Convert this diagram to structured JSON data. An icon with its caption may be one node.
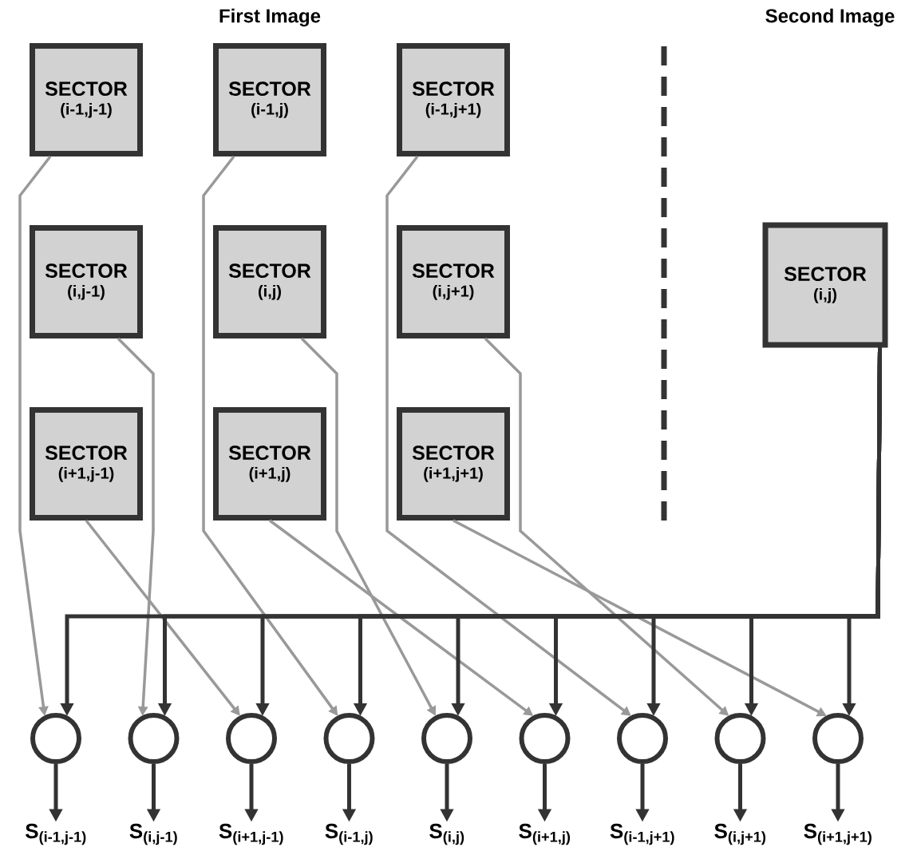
{
  "diagram": {
    "nodes": [
      {
        "text": [
          "SECTOR",
          "(i-1,j-1)"
        ]
      },
      {
        "text": [
          "SECTOR",
          "(i-1,j)"
        ]
      },
      {
        "text": [
          "SECTOR",
          "(i-1,j+1)"
        ]
      },
      {
        "text": [
          "SECTOR",
          "(i,j-1)"
        ]
      },
      {
        "text": [
          "SECTOR",
          "(i,j)"
        ]
      },
      {
        "text": [
          "SECTOR",
          "(i,j+1)"
        ]
      },
      {
        "text": [
          "SECTOR",
          "(i+1,j-1)"
        ]
      },
      {
        "text": [
          "SECTOR",
          "(i+1,j)"
        ]
      },
      {
        "text": [
          "SECTOR",
          "(i+1,j+1)"
        ]
      },
      {
        "text": [
          "SECTOR",
          "(i,j)"
        ]
      },
      {
        "text": [],
        "shape": "circle"
      },
      {
        "text": [],
        "shape": "circle"
      },
      {
        "text": [],
        "shape": "circle"
      },
      {
        "text": [],
        "shape": "circle"
      },
      {
        "text": [],
        "shape": "circle"
      },
      {
        "text": [],
        "shape": "circle"
      },
      {
        "text": [],
        "shape": "circle"
      },
      {
        "text": [],
        "shape": "circle"
      },
      {
        "text": [],
        "shape": "circle"
      },
      {
        "text": [
          "S$_{(i-1,j-1)}$"
        ]
      },
      {
        "text": [
          "S$_{(i,j-1)}$"
        ]
      },
      {
        "text": [
          "S$_{(i+1,j-1)}$"
        ]
      },
      {
        "text": [
          "S$_{(i-1,j)}$"
        ]
      },
      {
        "text": [
          "S$_{(i,j)}$"
        ]
      },
      {
        "text": [
          "S$_{(i+1,j)}$"
        ]
      },
      {
        "text": [
          "S$_{(i-1,j+1)}$"
        ]
      },
      {
        "text": [
          "S$_{(i,j+1)}$"
        ]
      },
      {
        "text": [
          "S$_{(i+1,j+1)}$"
        ]
      }
    ],
    "edges": [
      {
        "from": 0,
        "to": 10,
        "arrow": "to",
        "color": "#999999"
      },
      {
        "from": 3,
        "to": 11,
        "arrow": "to",
        "color": "#999999"
      },
      {
        "from": 6,
        "to": 12,
        "arrow": "to",
        "color": "#999999"
      },
      {
        "from": 1,
        "to": 13,
        "arrow": "to",
        "color": "#999999"
      },
      {
        "from": 4,
        "to": 14,
        "arrow": "to",
        "color": "#999999"
      },
      {
        "from": 7,
        "to": 15,
        "arrow": "to",
        "color": "#999999"
      },
      {
        "from": 2,
        "to": 16,
        "arrow": "to",
        "color": "#999999"
      },
      {
        "from": 5,
        "to": 17,
        "arrow": "to",
        "color": "#999999"
      },
      {
        "from": 8,
        "to": 18,
        "arrow": "to",
        "color": "#999999"
      },
      {
        "from": 9,
        "to": 10,
        "arrow": "to"
      },
      {
        "from": 9,
        "to": 11,
        "arrow": "to"
      },
      {
        "from": 9,
        "to": 12,
        "arrow": "to"
      },
      {
        "from": 9,
        "to": 13,
        "arrow": "to"
      },
      {
        "from": 9,
        "to": 14,
        "arrow": "to"
      },
      {
        "from": 9,
        "to": 15,
        "arrow": "to"
      },
      {
        "from": 9,
        "to": 16,
        "arrow": "to"
      },
      {
        "from": 9,
        "to": 17,
        "arrow": "to"
      },
      {
        "from": 9,
        "to": 18,
        "arrow": "to"
      },
      {
        "from": 10,
        "to": 19,
        "arrow": "to"
      },
      {
        "from": 11,
        "to": 20,
        "arrow": "to"
      },
      {
        "from": 12,
        "to": 21,
        "arrow": "to"
      },
      {
        "from": 13,
        "to": 22,
        "arrow": "to"
      },
      {
        "from": 14,
        "to": 23,
        "arrow": "to"
      },
      {
        "from": 15,
        "to": 24,
        "arrow": "to"
      },
      {
        "from": 16,
        "to": 25,
        "arrow": "to"
      },
      {
        "from": 17,
        "to": 26,
        "arrow": "to"
      },
      {
        "from": 18,
        "to": 27,
        "arrow": "to"
      }
    ],
    "labels": [
      "First Image",
      "Second Image"
    ]
  }
}
